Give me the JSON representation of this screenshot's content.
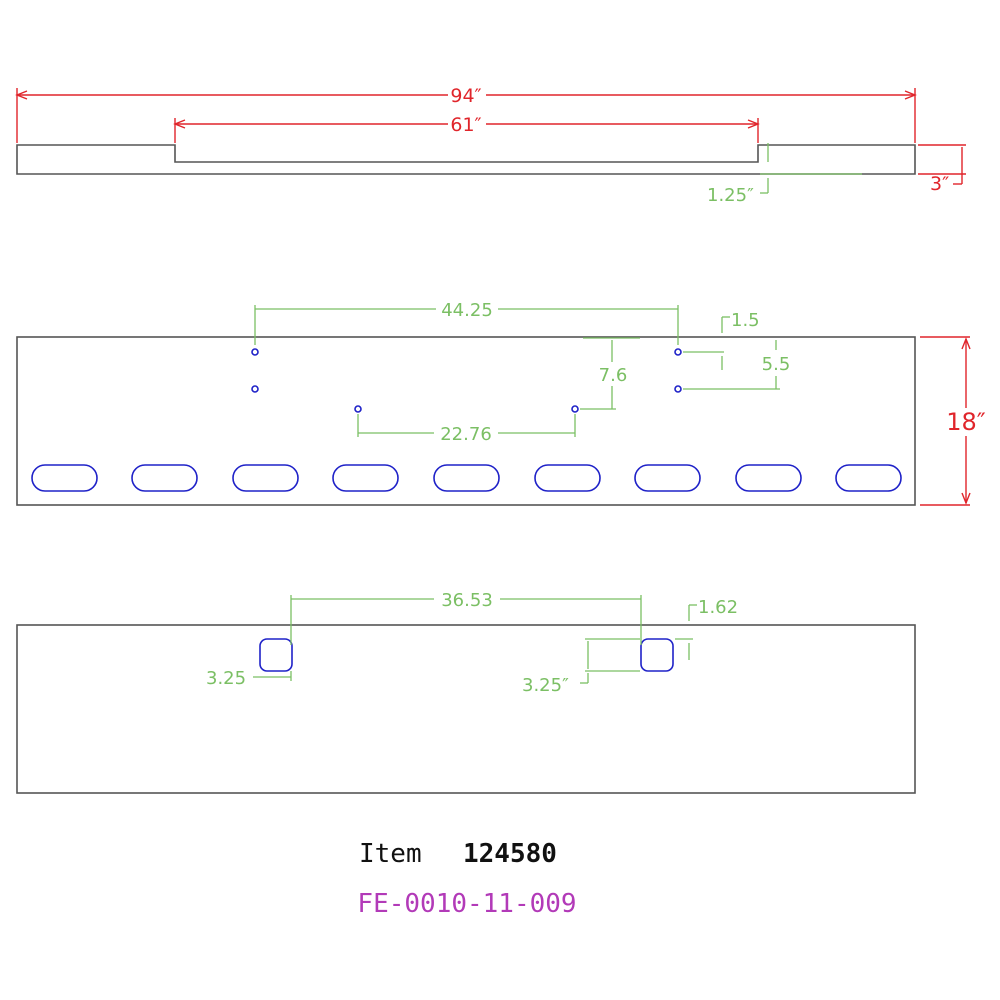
{
  "colors": {
    "outline": "#555555",
    "overall_dimension": "#e0252b",
    "detail_dimension": "#7bbf64",
    "holes": "#1f22c8",
    "item_text": "#111111",
    "part_number": "#b23ab8"
  },
  "side_view": {
    "overall_length": "94″",
    "notch_length": "61″",
    "height": "3″",
    "notch_depth": "1.25″"
  },
  "front_view": {
    "hole_span_upper": "44.25",
    "hole_span_lower": "22.76",
    "vertical_offset": "7.6",
    "edge_offset": "1.5",
    "hole_spacing": "5.5",
    "height": "18″"
  },
  "bottom_view": {
    "cutout_span": "36.53",
    "cutout_edge_offset": "1.62",
    "cutout_size_left": "3.25",
    "cutout_size_right": "3.25″"
  },
  "title_block": {
    "item_label": "Item",
    "item_number": "124580",
    "part_number": "FE-0010-11-009"
  }
}
